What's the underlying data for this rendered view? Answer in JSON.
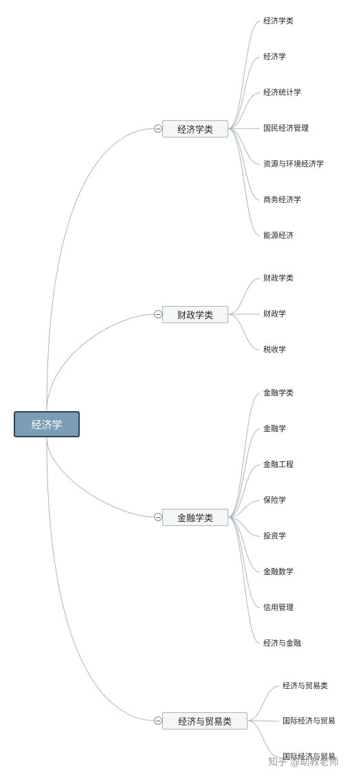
{
  "root": {
    "label": "经济学"
  },
  "categories": [
    {
      "label": "经济学类",
      "items": [
        "经济学类",
        "经济学",
        "经济统计学",
        "国民经济管理",
        "资源与环境经济学",
        "商务经济学",
        "能源经济"
      ]
    },
    {
      "label": "财政学类",
      "items": [
        "财政学类",
        "财政学",
        "税收学"
      ]
    },
    {
      "label": "金融学类",
      "items": [
        "金融学类",
        "金融学",
        "金融工程",
        "保险学",
        "投资学",
        "金融数学",
        "信用管理",
        "经济与金融"
      ]
    },
    {
      "label": "经济与贸易类",
      "items": [
        "经济与贸易类",
        "国际经济与贸易",
        "国际经济与贸易"
      ]
    }
  ],
  "watermark": "知乎 @助教老师",
  "colors": {
    "root_fill": "#7b9db6",
    "root_border": "#27435a",
    "line": "#a9b5bd"
  }
}
